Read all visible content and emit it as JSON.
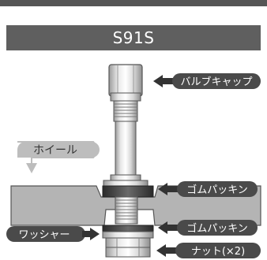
{
  "title": "S91S",
  "labels": {
    "valve_cap": "バルブキャップ",
    "wheel": "ホイール",
    "rubber_packing_upper": "ゴムパッキン",
    "rubber_packing_lower": "ゴムパッキン",
    "washer": "ワッシャー",
    "nut": "ナット(×2)"
  },
  "colors": {
    "header": "#5f5f5f",
    "label_bg": "#4a4a4a",
    "wheel_fill": "#b4b4b4",
    "wheel_label_bg": "#bdbdbd",
    "metal_light": "#f0f0f0",
    "metal_mid": "#cfcfcf",
    "metal_dark": "#9a9a9a",
    "packing": "#3a3a3a"
  }
}
